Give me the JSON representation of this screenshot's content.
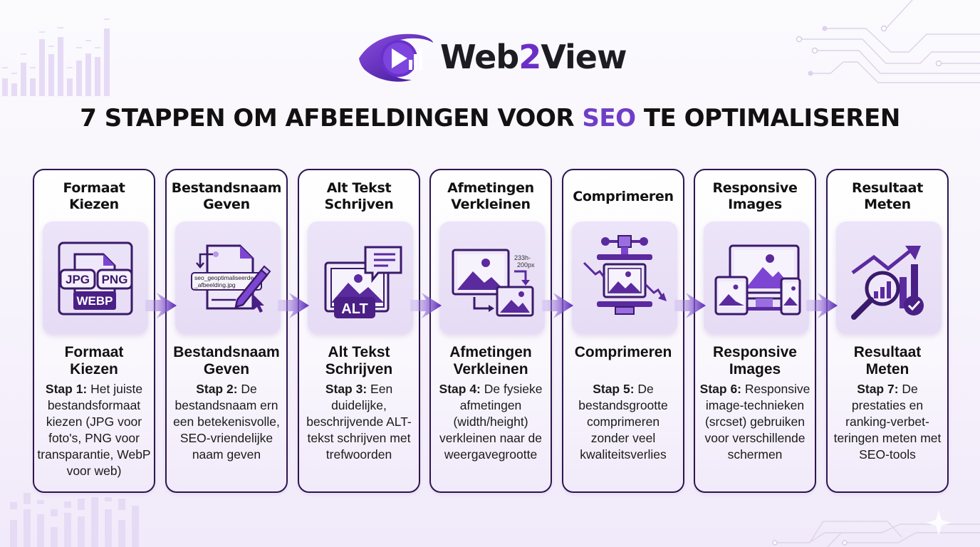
{
  "brand": {
    "name_prefix": "Web",
    "name_digit": "2",
    "name_suffix": "View",
    "accent_color": "#6b2fc8"
  },
  "title": {
    "before": "7 STAPPEN OM AFBEELDINGEN VOOR ",
    "highlight": "SEO",
    "after": " TE OPTIMALISEREN",
    "highlight_color": "#6f3ec7"
  },
  "steps": [
    {
      "heading": "Formaat\nKiezen",
      "icon": "file-formats-icon",
      "icon_labels": [
        "JPG",
        "PNG",
        "WEBP"
      ],
      "subheading": "Formaat\nKiezen",
      "step_label": "Stap 1:",
      "description": "Het juiste bestandsformaat kiezen (JPG voor foto's, PNG voor transparantie, WebP voor web)"
    },
    {
      "heading": "Bestandsnaam\nGeven",
      "icon": "rename-file-icon",
      "icon_labels": [
        "seo_geoptimaliseerde",
        "_afbeelding.jpg"
      ],
      "subheading": "Bestandsnaam\nGeven",
      "step_label": "Stap 2:",
      "description": "De bestandsnaam ern een betekenisvolle, SEO-vriendelijke naam geven"
    },
    {
      "heading": "Alt Tekst\nSchrijven",
      "icon": "alt-text-icon",
      "icon_labels": [
        "ALT"
      ],
      "subheading": "Alt Tekst\nSchrijven",
      "step_label": "Stap 3:",
      "description": "Een duidelijke, beschrijvende ALT-tekst schrijven met trefwoorden"
    },
    {
      "heading": "Afmetingen\nVerkleinen",
      "icon": "resize-image-icon",
      "icon_labels": [
        "233h-",
        "200px"
      ],
      "subheading": "Afmetingen\nVerkleinen",
      "step_label": "Stap 4:",
      "description": "De fysieke afmetingen (width/height) verkleinen naar de weergavegrootte"
    },
    {
      "heading": "Comprimeren",
      "icon": "compress-press-icon",
      "icon_labels": [],
      "subheading": "Comprimeren",
      "step_label": "Stap 5:",
      "description": "De bestandsgrootte comprimeren zonder veel kwaliteitsverlies"
    },
    {
      "heading": "Responsive\nImages",
      "icon": "responsive-devices-icon",
      "icon_labels": [],
      "subheading": "Responsive\nImages",
      "step_label": "Stap 6:",
      "description": "Responsive image-technieken (srcset) gebruiken voor verschillende schermen"
    },
    {
      "heading": "Resultaat\nMeten",
      "icon": "analytics-magnifier-icon",
      "icon_labels": [],
      "subheading": "Resultaat\nMeten",
      "step_label": "Stap 7:",
      "description": "De prestaties en ranking-verbet- teringen meten met SEO-tools"
    }
  ],
  "colors": {
    "card_border": "#2d1650",
    "icon_primary": "#5a2a9e",
    "icon_dark": "#3a1a6a",
    "icon_bg": "#e9e0f7",
    "arrow": "#6a35c4"
  }
}
